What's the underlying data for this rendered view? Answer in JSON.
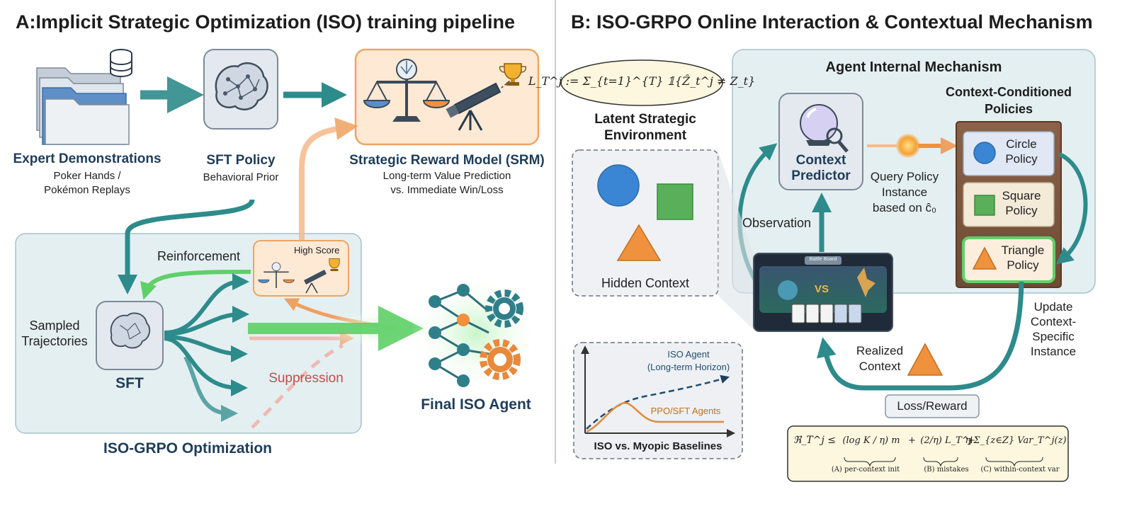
{
  "panel_a": {
    "title": "A:Implicit Strategic Optimization (ISO) training pipeline",
    "expert": {
      "title": "Expert Demonstrations",
      "line1": "Poker Hands /",
      "line2": "Pokémon Replays"
    },
    "sft_policy": {
      "title": "SFT Policy",
      "subtitle": "Behavioral Prior"
    },
    "srm": {
      "title": "Strategic Reward Model (SRM)",
      "line1": "Long-term Value Prediction",
      "line2": "vs. Immediate Win/Loss"
    },
    "reinforcement": "Reinforcement",
    "high_score": "High Score",
    "sampled_line1": "Sampled",
    "sampled_line2": "Trajectories",
    "sft": "SFT",
    "suppression": "Suppression",
    "final_agent": "Final ISO Agent",
    "grpo_label": "ISO-GRPO Optimization"
  },
  "panel_b": {
    "title": "B: ISO-GRPO Online Interaction & Contextual Mechanism",
    "formula_loss": "L_T^j := Σ_{t=1}^{T} 𝟙{Ẑ_t^j ≠ Z_t}",
    "latent_env_line1": "Latent Strategic",
    "latent_env_line2": "Environment",
    "hidden_context": "Hidden Context",
    "agent_mechanism": "Agent Internal Mechanism",
    "context_predictor_line1": "Context",
    "context_predictor_line2": "Predictor",
    "query_line1": "Query Policy",
    "query_line2": "Instance",
    "query_line3": "based on ĉ₀",
    "policies_title_line1": "Context-Conditioned",
    "policies_title_line2": "Policies",
    "circle_policy_line1": "Circle",
    "circle_policy_line2": "Policy",
    "square_policy_line1": "Square",
    "square_policy_line2": "Policy",
    "triangle_policy_line1": "Triangle",
    "triangle_policy_line2": "Policy",
    "observation": "Observation",
    "game_banner": "Battle Board",
    "vs": "VS",
    "update_line1": "Update",
    "update_line2": "Context-",
    "update_line3": "Specific",
    "update_line4": "Instance",
    "realized_line1": "Realized",
    "realized_line2": "Context",
    "loss_reward": "Loss/Reward",
    "chart_iso_line1": "ISO Agent",
    "chart_iso_line2": "(Long-term Horizon)",
    "chart_ppo": "PPO/SFT Agents",
    "chart_title": "ISO vs. Myopic Baselines",
    "regret_lhs": "ℜ_T^j ≤",
    "regret_term_a": "(log K / η) m",
    "regret_term_b": "(2/η) L_T^j",
    "regret_term_c": "η Σ_{z∈Z} Var_T^j(z)",
    "regret_label_a": "(A) per-context init",
    "regret_label_b": "(B) mistakes",
    "regret_label_c": "(C) within-context var"
  },
  "colors": {
    "teal": "#2e8b8b",
    "orange": "#e8893c",
    "navy": "#1e3d5a",
    "green_glow": "#5fd068",
    "blue_shape": "#3a86d4",
    "green_shape": "#5aaf5a",
    "orange_shape": "#f0913e"
  }
}
